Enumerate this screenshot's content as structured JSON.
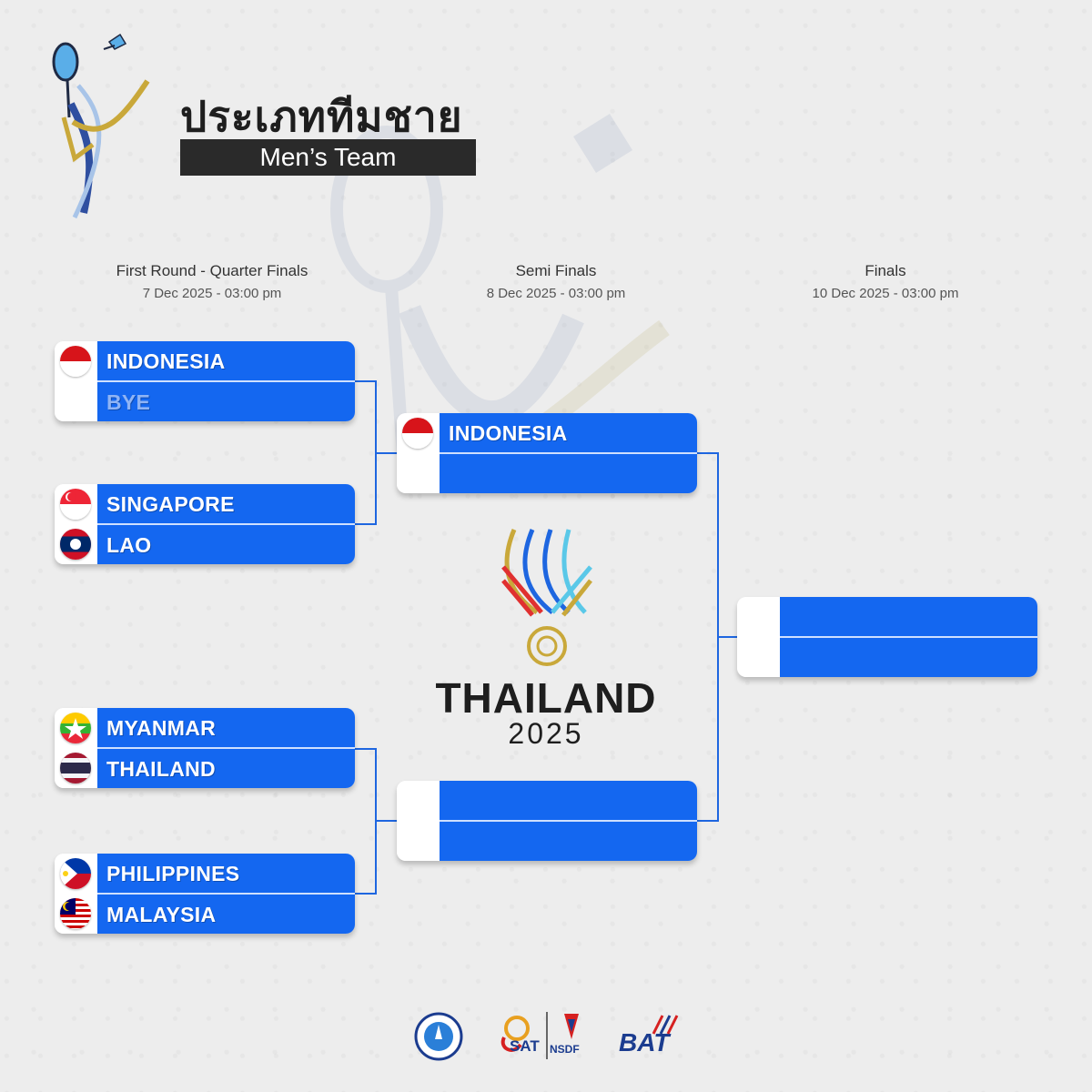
{
  "header": {
    "title_th": "ประเภททีมชาย",
    "title_en": "Men’s Team"
  },
  "rounds": [
    {
      "name": "First Round - Quarter Finals",
      "date": "7 Dec 2025 - 03:00 pm"
    },
    {
      "name": "Semi Finals",
      "date": "8 Dec 2025 - 03:00 pm"
    },
    {
      "name": "Finals",
      "date": "10 Dec 2025 - 03:00 pm"
    }
  ],
  "quarter_finals": [
    {
      "top": "INDONESIA",
      "bottom": "BYE"
    },
    {
      "top": "SINGAPORE",
      "bottom": "LAO"
    },
    {
      "top": "MYANMAR",
      "bottom": "THAILAND"
    },
    {
      "top": "PHILIPPINES",
      "bottom": "MALAYSIA"
    }
  ],
  "semi_finals": [
    {
      "top": "INDONESIA",
      "bottom": ""
    },
    {
      "top": "",
      "bottom": ""
    }
  ],
  "final": {
    "top": "",
    "bottom": ""
  },
  "games_logo": {
    "line1": "THAILAND",
    "line2": "2025"
  },
  "footer_logos": {
    "sat": "SAT",
    "nsdf": "NSDF",
    "bat": "BAT"
  },
  "colors": {
    "slot_blue": "#1467f0",
    "connector": "#1e66e0",
    "banner": "#2a2a2a"
  },
  "icons": [
    "badminton-mascot-icon",
    "shuttlecock-icon",
    "country-flag-icon"
  ]
}
